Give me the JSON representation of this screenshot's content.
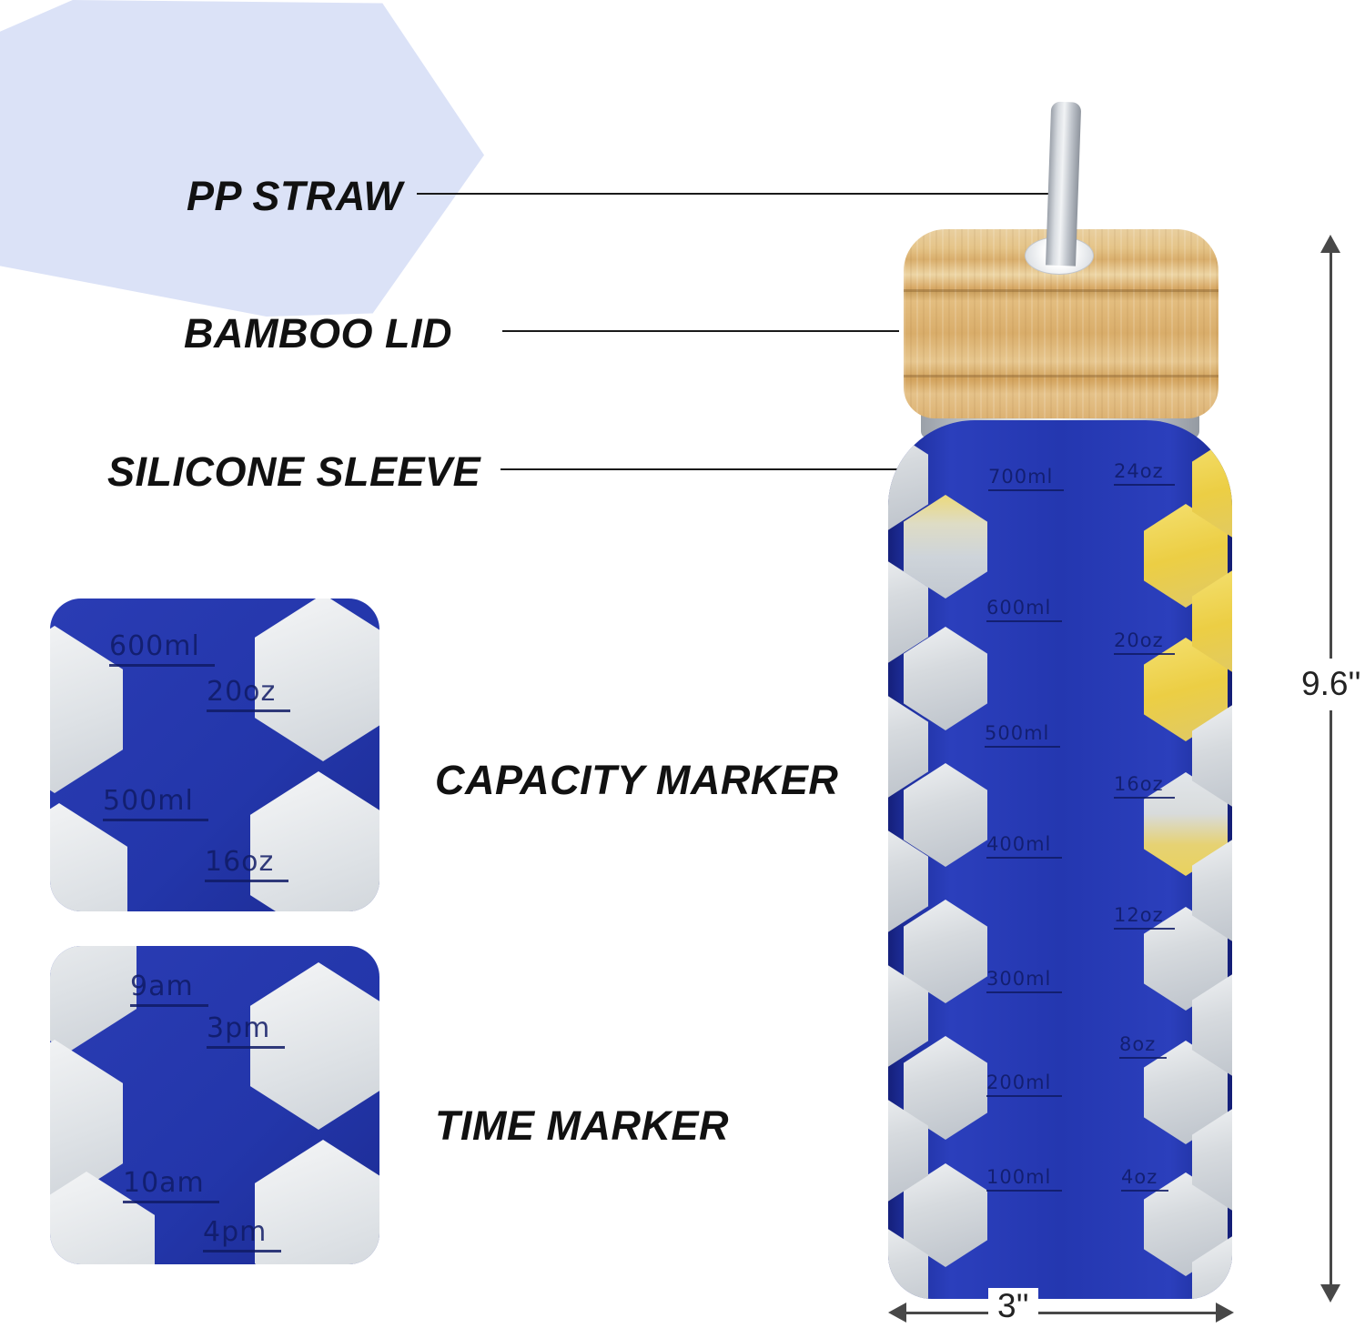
{
  "callouts": {
    "pp_straw": "PP STRAW",
    "bamboo_lid": "BAMBOO LID",
    "silicone_sleeve": "SILICONE SLEEVE",
    "capacity_marker": "CAPACITY MARKER",
    "time_marker": "TIME MARKER"
  },
  "dimensions": {
    "height": "9.6''",
    "width": "3''"
  },
  "bottle_scale": {
    "ml_column": [
      "700ml",
      "600ml",
      "500ml",
      "400ml",
      "300ml",
      "200ml",
      "100ml"
    ],
    "oz_column": [
      "24oz",
      "20oz",
      "16oz",
      "12oz",
      "8oz",
      "4oz"
    ]
  },
  "capacity_inset": {
    "markings": [
      "600ml",
      "20oz",
      "500ml",
      "16oz"
    ]
  },
  "time_inset": {
    "markings": [
      "9am",
      "3pm",
      "10am",
      "4pm"
    ]
  },
  "colors": {
    "sleeve_blue": "#2437b0",
    "bamboo_tan": "#ddb377",
    "chevron_lavender": "#dbe2f7",
    "lemon_yellow": "#eccf4a",
    "marking_navy": "#101b66",
    "callout_line_black": "#1a1a1a",
    "dimension_gray": "#484848"
  }
}
